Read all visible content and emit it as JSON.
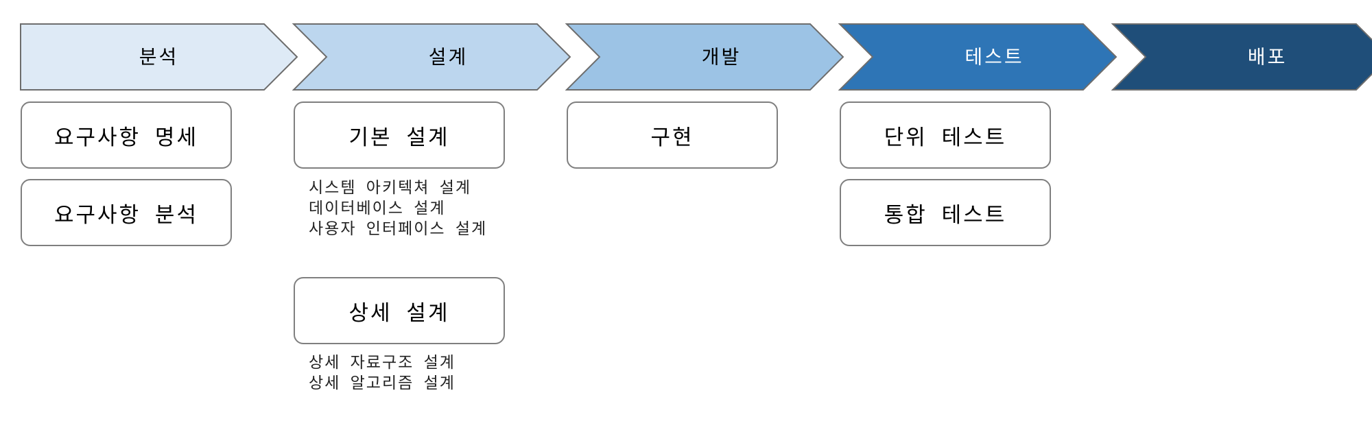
{
  "colors": {
    "outline": "#6d6d6d",
    "box_border": "#7f7f7f"
  },
  "stages": [
    {
      "label": "분석",
      "fill": "#deeaf6",
      "text_color": "#000000"
    },
    {
      "label": "설계",
      "fill": "#bcd6ee",
      "text_color": "#000000"
    },
    {
      "label": "개발",
      "fill": "#9cc3e5",
      "text_color": "#000000"
    },
    {
      "label": "테스트",
      "fill": "#2e75b6",
      "text_color": "#ffffff"
    },
    {
      "label": "배포",
      "fill": "#1f4e79",
      "text_color": "#ffffff"
    }
  ],
  "analysis": {
    "spec": "요구사항 명세",
    "review": "요구사항 분석"
  },
  "design": {
    "basic": "기본 설계",
    "basic_items": [
      "시스템 아키텍쳐 설계",
      "데이터베이스 설계",
      "사용자 인터페이스 설계"
    ],
    "detail": "상세 설계",
    "detail_items": [
      "상세 자료구조 설계",
      "상세 알고리즘 설계"
    ]
  },
  "development": {
    "implement": "구현"
  },
  "testing": {
    "unit": "단위 테스트",
    "integration": "통합 테스트"
  }
}
